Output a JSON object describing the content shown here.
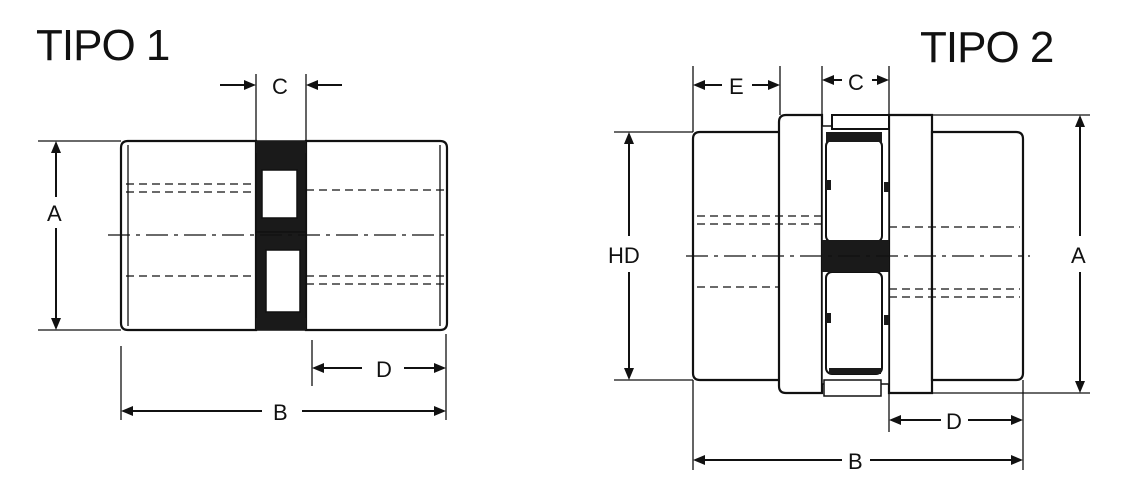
{
  "tipo1": {
    "title": "TIPO 1",
    "dims": {
      "A": "A",
      "B": "B",
      "C": "C",
      "D": "D"
    }
  },
  "tipo2": {
    "title": "TIPO 2",
    "dims": {
      "A": "A",
      "B": "B",
      "C": "C",
      "D": "D",
      "E": "E",
      "HD": "HD"
    }
  },
  "colors": {
    "ink": "#111111",
    "background": "#ffffff"
  }
}
